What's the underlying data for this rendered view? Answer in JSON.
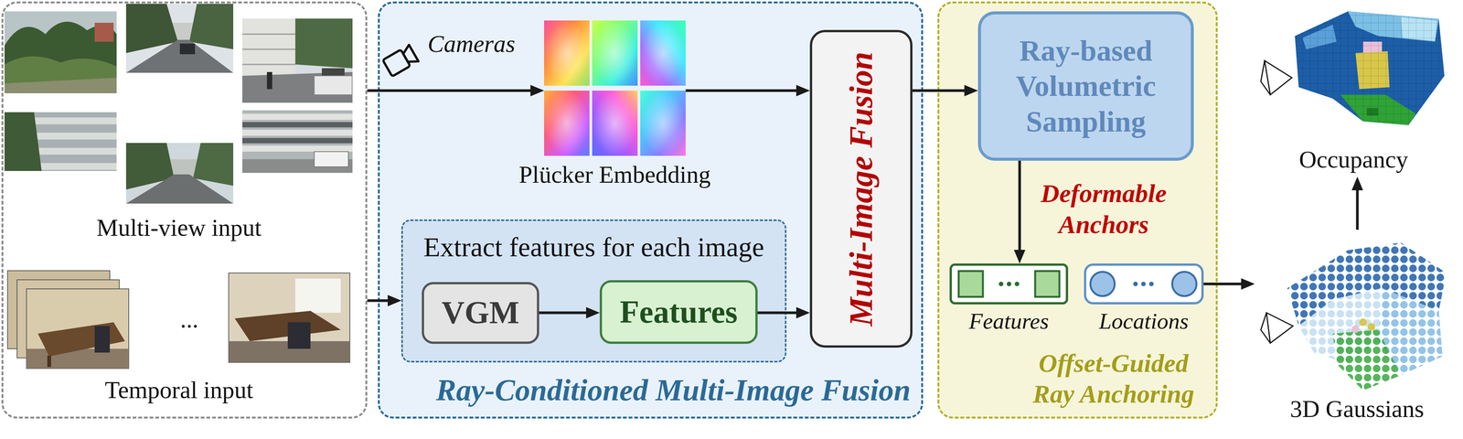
{
  "diagram": {
    "nodes": [
      {
        "text": [
          "Multi-view input",
          "Temporal input"
        ]
      },
      {
        "text": [
          "Ray-Conditioned Multi-Image Fusion"
        ]
      },
      {
        "text": [
          "Plücker Embedding"
        ],
        "in": 1
      },
      {
        "text": [
          "Extract features for each image"
        ],
        "in": 1
      },
      {
        "text": [
          "VGM"
        ],
        "in": 3
      },
      {
        "text": [
          "Features"
        ],
        "in": 3
      },
      {
        "text": [
          "Multi-Image Fusion"
        ],
        "in": 1
      },
      {
        "text": [
          "Offset-Guided Ray Anchoring"
        ]
      },
      {
        "text": [
          "Ray-based Volumetric Sampling"
        ],
        "in": 7
      },
      {
        "text": [
          "Features"
        ],
        "in": 7
      },
      {
        "text": [
          "Locations"
        ],
        "in": 7
      },
      {
        "text": [
          "3D Gaussians"
        ]
      },
      {
        "text": [
          "Occupancy"
        ]
      }
    ],
    "edges": [
      {
        "from": 0,
        "to": 2,
        "arrow": "to",
        "label": "Cameras"
      },
      {
        "from": 2,
        "to": 6,
        "arrow": "to"
      },
      {
        "from": 0,
        "to": 3,
        "arrow": "to"
      },
      {
        "from": 4,
        "to": 5,
        "arrow": "to"
      },
      {
        "from": 5,
        "to": 6,
        "arrow": "to"
      },
      {
        "from": 6,
        "to": 8,
        "arrow": "to"
      },
      {
        "from": 8,
        "to": 9,
        "arrow": "to",
        "label": "Deformable Anchors"
      },
      {
        "from": 10,
        "to": 11,
        "arrow": "to"
      },
      {
        "from": 11,
        "to": 12,
        "arrow": "to"
      }
    ],
    "labels": [
      "..."
    ]
  }
}
